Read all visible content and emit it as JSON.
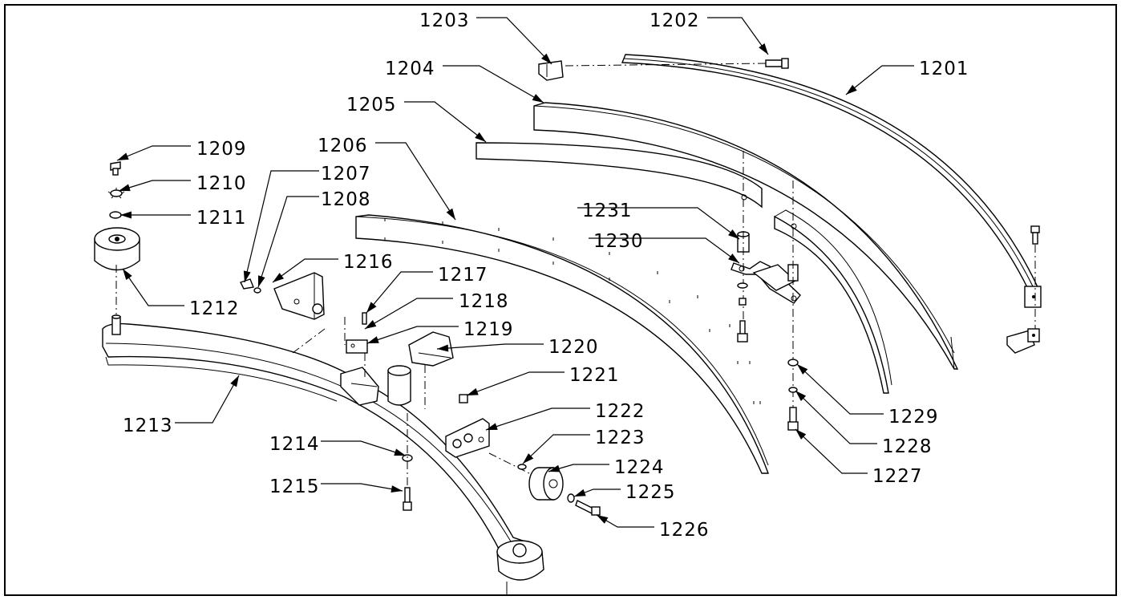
{
  "diagram": {
    "labels": {
      "p1201": "1201",
      "p1202": "1202",
      "p1203": "1203",
      "p1204": "1204",
      "p1205": "1205",
      "p1206": "1206",
      "p1207": "1207",
      "p1208": "1208",
      "p1209": "1209",
      "p1210": "1210",
      "p1211": "1211",
      "p1212": "1212",
      "p1213": "1213",
      "p1214": "1214",
      "p1215": "1215",
      "p1216": "1216",
      "p1217": "1217",
      "p1218": "1218",
      "p1219": "1219",
      "p1220": "1220",
      "p1221": "1221",
      "p1222": "1222",
      "p1223": "1223",
      "p1224": "1224",
      "p1225": "1225",
      "p1226": "1226",
      "p1227": "1227",
      "p1228": "1228",
      "p1229": "1229",
      "p1230": "1230",
      "p1231": "1231"
    }
  }
}
